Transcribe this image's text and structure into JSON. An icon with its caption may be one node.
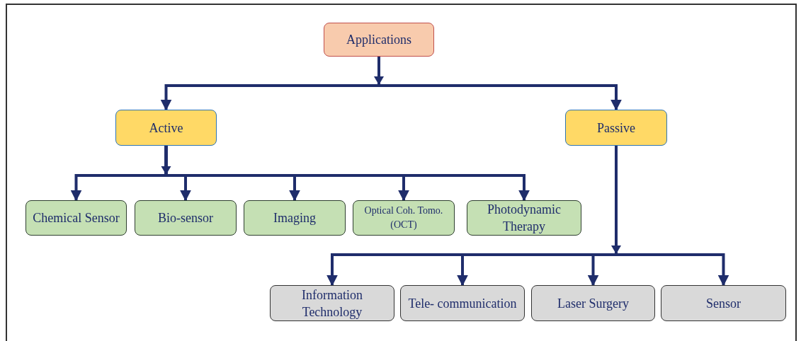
{
  "diagram": {
    "nodes": [
      {
        "text": [
          "Applications"
        ]
      },
      {
        "text": [
          "Active"
        ]
      },
      {
        "text": [
          "Passive"
        ]
      },
      {
        "text": [
          "Chemical Sensor"
        ]
      },
      {
        "text": [
          "Bio-sensor"
        ]
      },
      {
        "text": [
          "Imaging"
        ]
      },
      {
        "text": [
          "Optical Coh. Tomo. (OCT)"
        ]
      },
      {
        "text": [
          "Photodynamic Therapy"
        ]
      },
      {
        "text": [
          "Information Technology"
        ]
      },
      {
        "text": [
          "Tele- communication"
        ]
      },
      {
        "text": [
          "Laser Surgery"
        ]
      },
      {
        "text": [
          "Sensor"
        ]
      }
    ],
    "edges": [
      {
        "from": 0,
        "to": 1,
        "arrow": "to"
      },
      {
        "from": 0,
        "to": 2,
        "arrow": "to"
      },
      {
        "from": 1,
        "to": 3,
        "arrow": "to"
      },
      {
        "from": 1,
        "to": 4,
        "arrow": "to"
      },
      {
        "from": 1,
        "to": 5,
        "arrow": "to"
      },
      {
        "from": 1,
        "to": 6,
        "arrow": "to"
      },
      {
        "from": 1,
        "to": 7,
        "arrow": "to"
      },
      {
        "from": 2,
        "to": 8,
        "arrow": "to"
      },
      {
        "from": 2,
        "to": 9,
        "arrow": "to"
      },
      {
        "from": 2,
        "to": 10,
        "arrow": "to"
      },
      {
        "from": 2,
        "to": 11,
        "arrow": "to"
      }
    ]
  }
}
